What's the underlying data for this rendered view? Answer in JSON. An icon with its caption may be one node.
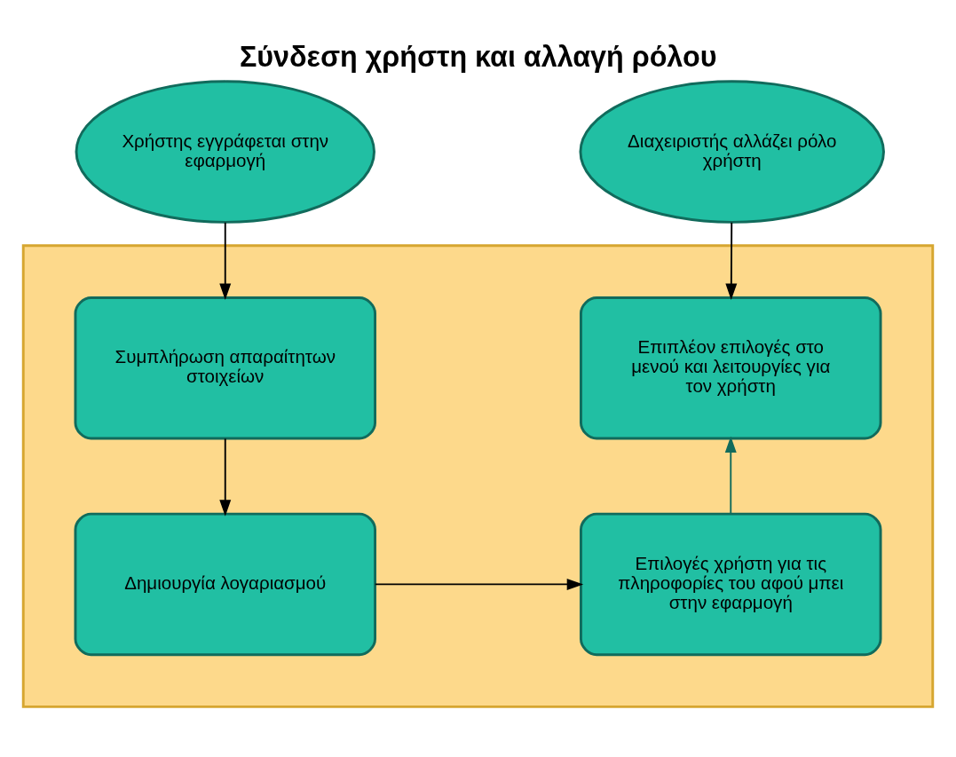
{
  "diagram": {
    "title": "Σύνδεση χρήστη και αλλαγή ρόλου",
    "nodes": [
      {
        "text": [
          "Χρήστης εγγράφεται στην εφαρμογή"
        ]
      },
      {
        "text": [
          "Διαχειριστής αλλάζει ρόλο χρήστη"
        ]
      },
      {
        "text": [],
        "shape": "box"
      },
      {
        "text": [
          "Συμπλήρωση απαραίτητων στοιχείων"
        ],
        "in": 2
      },
      {
        "text": [
          "Επιπλέον επιλογές στο μενού και λειτουργίες για τον χρήστη"
        ],
        "in": 2
      },
      {
        "text": [
          "Δημιουργία λογαριασμού"
        ],
        "in": 2
      },
      {
        "text": [
          "Επιλογές χρήστη για τις πληροφορίες του αφού μπει στην εφαρμογή"
        ],
        "in": 2
      }
    ],
    "edges": [
      {
        "from": 0,
        "to": 3,
        "arrow": "to"
      },
      {
        "from": 1,
        "to": 4,
        "arrow": "to"
      },
      {
        "from": 3,
        "to": 5,
        "arrow": "to"
      },
      {
        "from": 5,
        "to": 6,
        "arrow": "to"
      },
      {
        "from": 6,
        "to": 4,
        "arrow": "to",
        "color": "#116b5c"
      }
    ]
  }
}
